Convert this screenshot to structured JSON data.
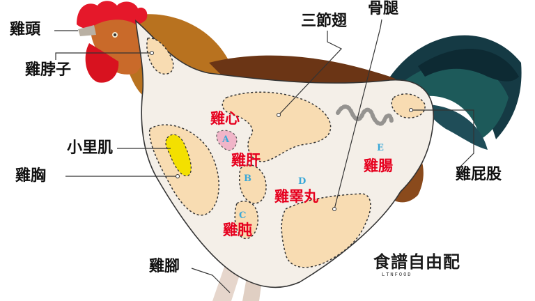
{
  "labels": {
    "head": "雞頭",
    "neck": "雞脖子",
    "tenderloin": "小里肌",
    "breast": "雞胸",
    "feet": "雞腳",
    "wing": "三節翅",
    "drumstick": "骨腿",
    "tail": "雞屁股"
  },
  "organs": {
    "heart": {
      "letter": "",
      "name": "雞心"
    },
    "a_letter": "A",
    "liver": {
      "letter": "B",
      "name": "雞肝"
    },
    "gizzard": {
      "letter": "C",
      "name": "雞肫"
    },
    "testes": {
      "letter": "D",
      "name": "雞睪丸"
    },
    "intestine": {
      "letter": "E",
      "name": "雞腸"
    }
  },
  "brand": {
    "cjk": "食譜自由配",
    "latin": "LTNFOOD"
  },
  "colors": {
    "outline": "#333333",
    "body_fill": "#f4efe8",
    "cut_fill": "#f8dcb2",
    "tenderloin": "#f3e000",
    "heart": "#f0b5c8",
    "organ_text": "#e6001e",
    "letter": "#3aa8d8"
  }
}
